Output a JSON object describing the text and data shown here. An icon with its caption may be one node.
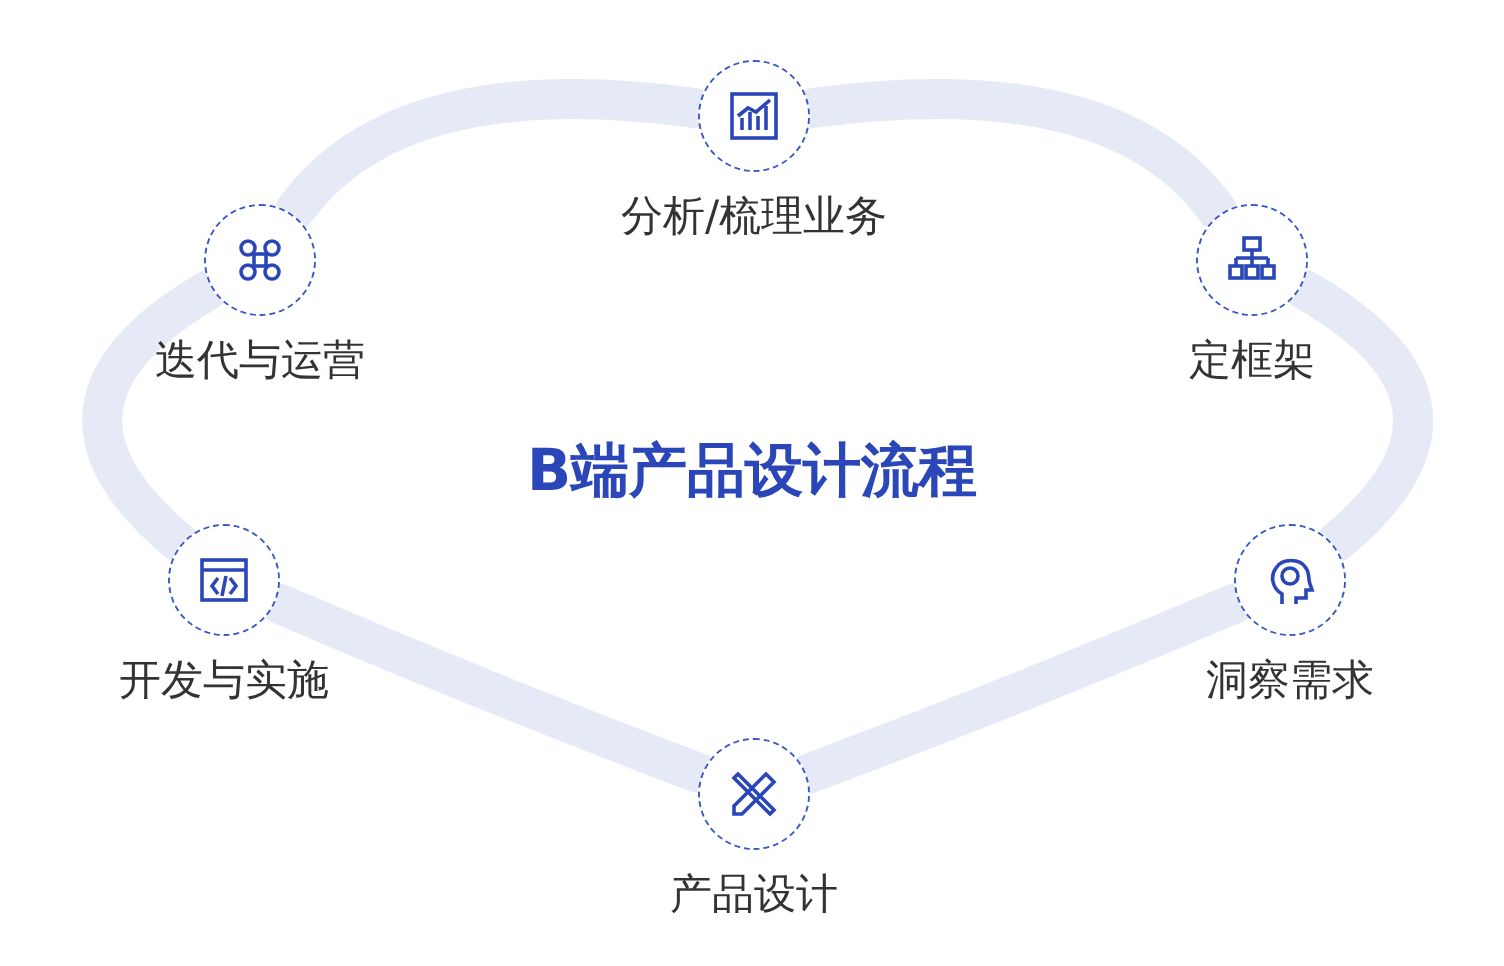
{
  "diagram": {
    "title": "B端产品设计流程",
    "nodes": [
      {
        "text": [
          "分析/梳理业务"
        ]
      },
      {
        "text": [
          "定框架"
        ]
      },
      {
        "text": [
          "洞察需求"
        ]
      },
      {
        "text": [
          "产品设计"
        ]
      },
      {
        "text": [
          "开发与实施"
        ]
      },
      {
        "text": [
          "迭代与运营"
        ]
      }
    ],
    "edges": [
      {
        "from": 0,
        "to": 1,
        "arrow": "none"
      },
      {
        "from": 1,
        "to": 2,
        "arrow": "none"
      },
      {
        "from": 2,
        "to": 3,
        "arrow": "none"
      },
      {
        "from": 3,
        "to": 4,
        "arrow": "none"
      },
      {
        "from": 4,
        "to": 5,
        "arrow": "none"
      },
      {
        "from": 5,
        "to": 0,
        "arrow": "none"
      }
    ]
  }
}
